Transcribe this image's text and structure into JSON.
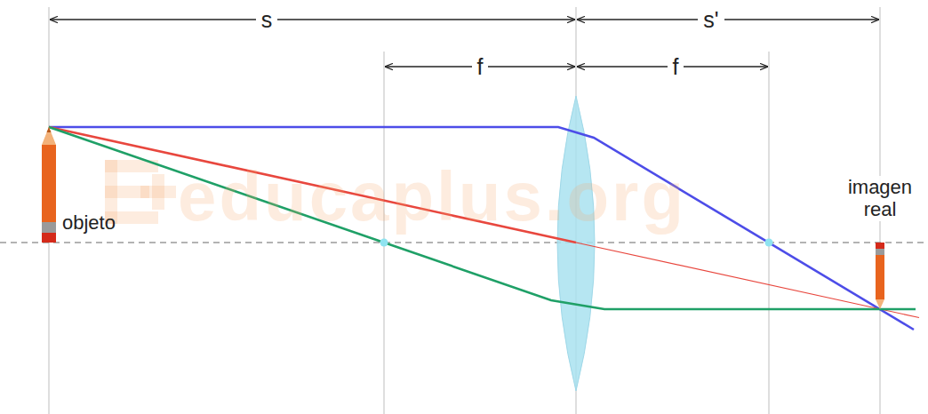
{
  "diagram": {
    "labels": [
      "s",
      "s'",
      "f",
      "f",
      "objeto",
      "imagen real",
      "educaplus.org"
    ]
  }
}
